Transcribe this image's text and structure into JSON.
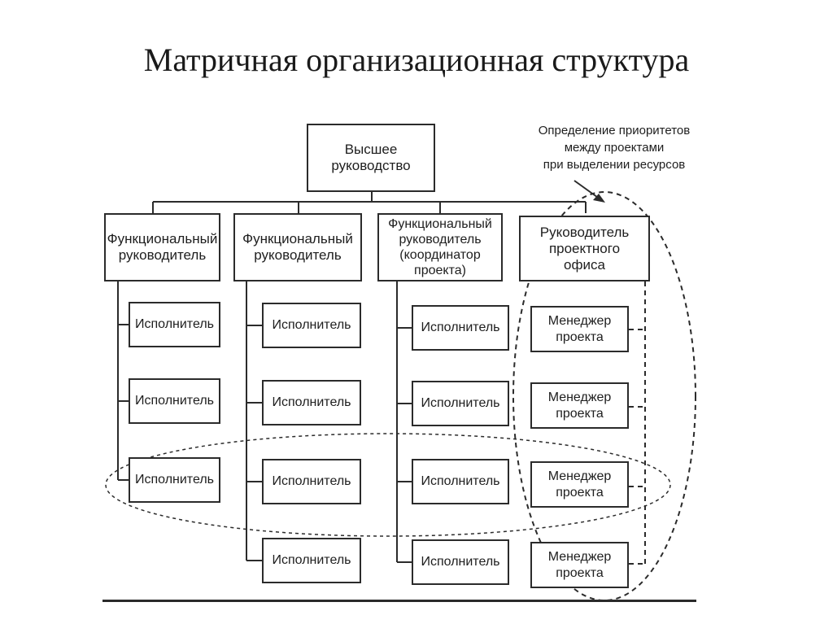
{
  "title": "Матричная организационная структура",
  "annotation": "Определение приоритетов\nмежду проектами\nпри выделении ресурсов",
  "top": {
    "label": "Высшее\nруководство"
  },
  "columns": [
    {
      "head": "Функциональный\nруководитель",
      "items": [
        "Исполнитель",
        "Исполнитель",
        "Исполнитель"
      ]
    },
    {
      "head": "Функциональный\nруководитель",
      "items": [
        "Исполнитель",
        "Исполнитель",
        "Исполнитель",
        "Исполнитель"
      ]
    },
    {
      "head": "Функциональный\nруководитель\n(координатор\nпроекта)",
      "items": [
        "Исполнитель",
        "Исполнитель",
        "Исполнитель",
        "Исполнитель"
      ]
    },
    {
      "head": "Руководитель\nпроектного\nофиса",
      "items": [
        "Менеджер\nпроекта",
        "Менеджер\nпроекта",
        "Менеджер\nпроекта",
        "Менеджер\nпроекта"
      ]
    }
  ],
  "colors": {
    "line": "#2b2b2b",
    "text": "#1e1e1e",
    "background": "#ffffff"
  }
}
